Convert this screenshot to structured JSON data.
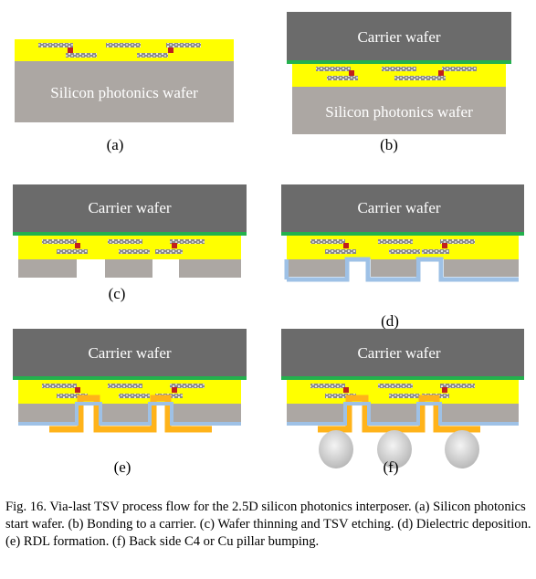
{
  "panels": [
    {
      "label": "(a)",
      "carrier": "",
      "wafer": "Silicon photonics wafer"
    },
    {
      "label": "(b)",
      "carrier": "Carrier wafer",
      "wafer": "Silicon photonics wafer"
    },
    {
      "label": "(c)",
      "carrier": "Carrier wafer",
      "wafer": ""
    },
    {
      "label": "(d)",
      "carrier": "Carrier wafer",
      "wafer": ""
    },
    {
      "label": "(e)",
      "carrier": "Carrier wafer",
      "wafer": ""
    },
    {
      "label": "(f)",
      "carrier": "Carrier wafer",
      "wafer": ""
    }
  ],
  "caption": "Fig. 16.    Via-last TSV process flow for the 2.5D silicon photonics interposer. (a) Silicon photonics start wafer. (b) Bonding to a carrier. (c) Wafer thinning and TSV etching. (d) Dielectric deposition. (e) RDL formation. (f) Back side C4 or Cu pillar bumping.",
  "colors": {
    "carrier": "#6b6b6b",
    "wafer": "#aca7a3",
    "beol": "#ffff00",
    "bond": "#23b14d",
    "dielectric": "#9ec1e6",
    "rdl": "#ffb31a",
    "via": "#c0201e",
    "bump": "#d6d6d6"
  }
}
